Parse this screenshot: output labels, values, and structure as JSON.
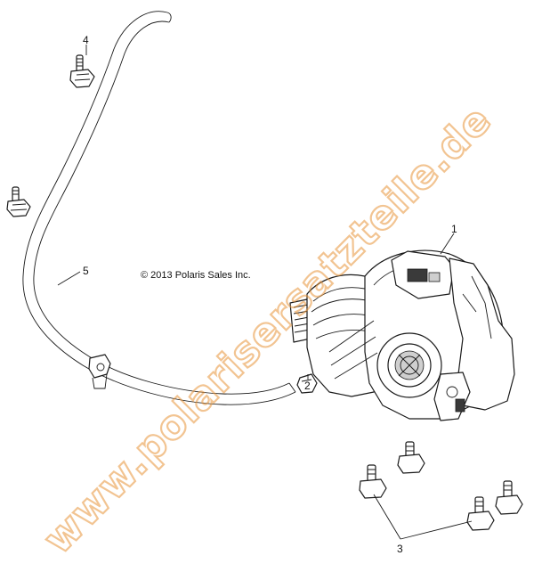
{
  "copyright": "© 2013 Polaris Sales Inc.",
  "watermark": "www.polarisersatzteile.de",
  "callouts": {
    "c1": "1",
    "c2": "2",
    "c3": "3",
    "c4": "4",
    "c5": "5"
  },
  "colors": {
    "line": "#1a1a1a",
    "watermark": "#e8953a"
  }
}
